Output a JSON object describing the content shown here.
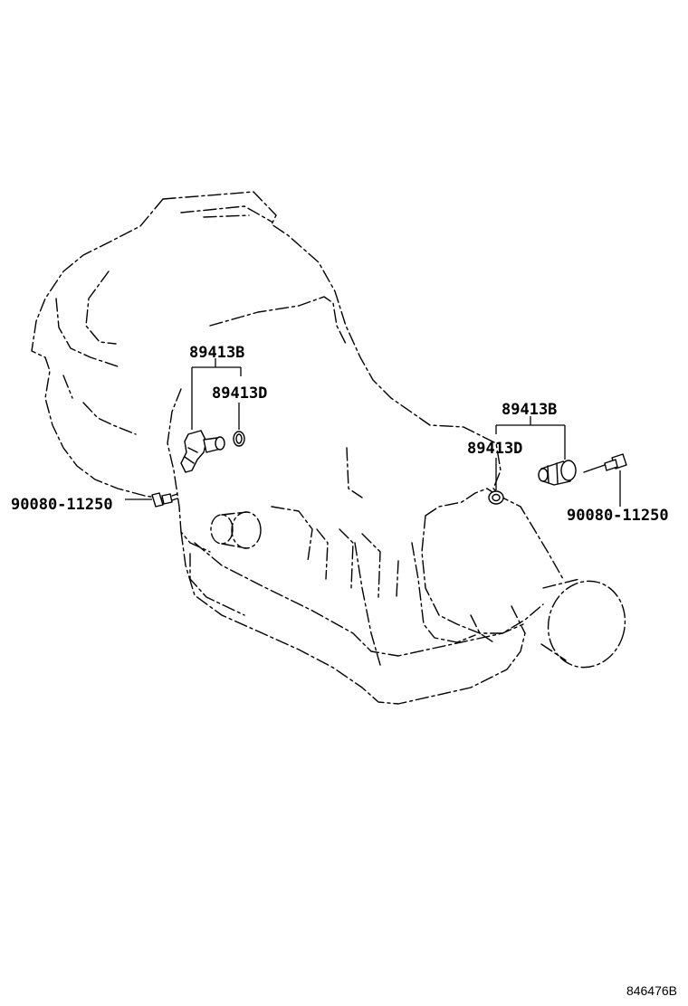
{
  "diagram": {
    "callouts": {
      "sensor_a_part": "89413B",
      "sensor_a_oring": "89413D",
      "sensor_a_bolt": "90080-11250",
      "sensor_b_part": "89413B",
      "sensor_b_oring": "89413D",
      "sensor_b_bolt": "90080-11250"
    },
    "reference_code": "846476B"
  }
}
